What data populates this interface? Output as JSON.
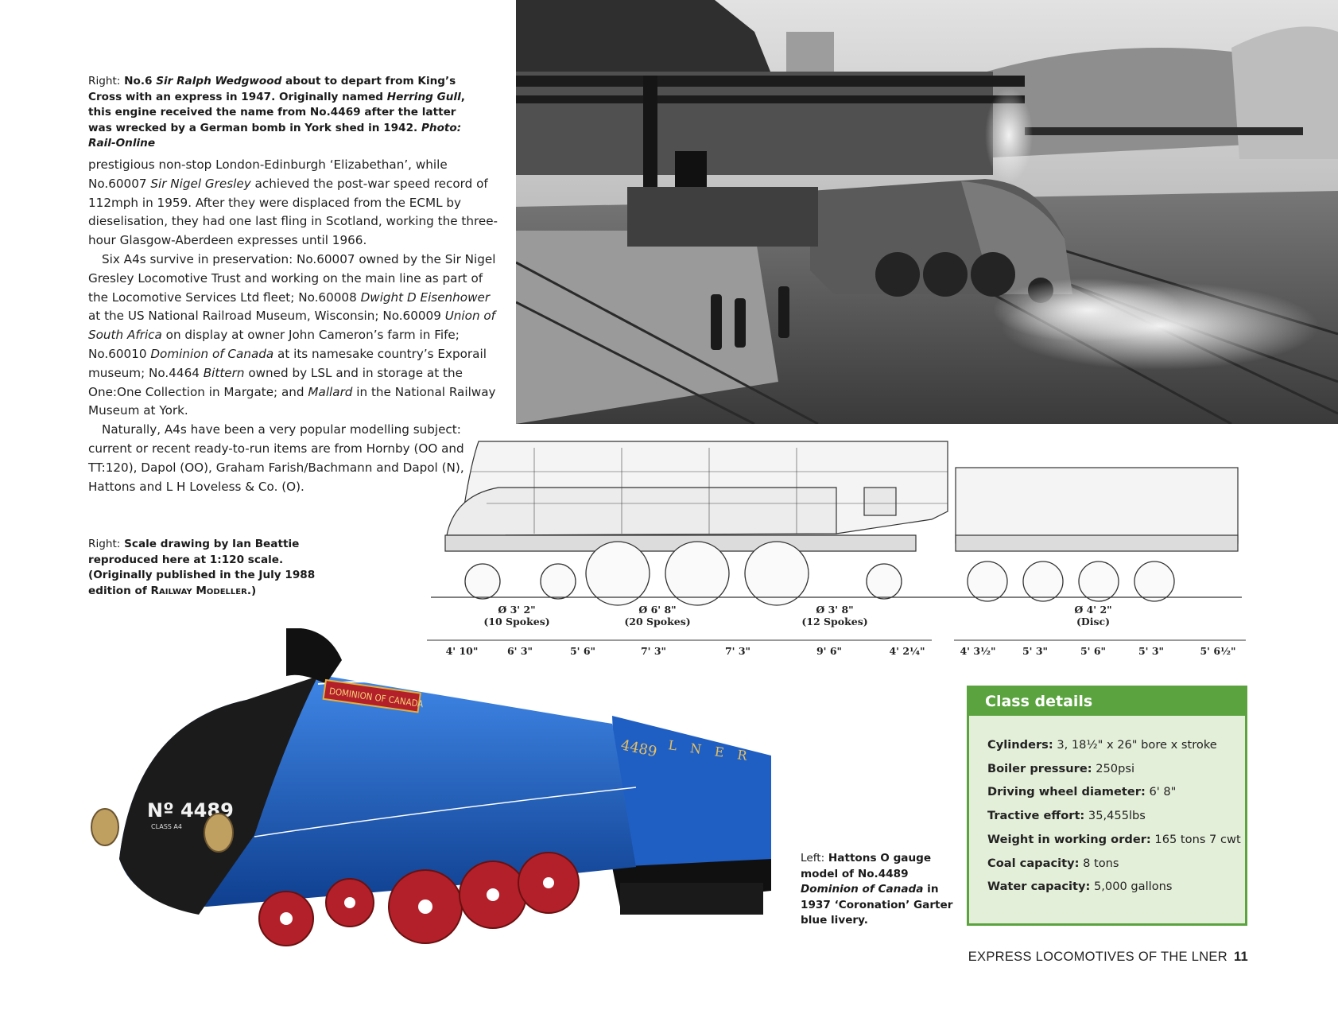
{
  "caption_top": {
    "prefix": "Right:",
    "loco": "No.6",
    "name": "Sir Ralph Wedgwood",
    "t1": "about to depart from King’s Cross with an express in 1947. Originally named",
    "orig_name": "Herring Gull",
    "t2": ", this engine received the name from No.4469 after the latter was wrecked by a German bomb in York shed in 1942.",
    "credit": "Photo: Rail-Online"
  },
  "body": {
    "p1": [
      {
        "t": "prestigious non-stop London-Edinburgh ‘Elizabethan’, while No.60007 "
      },
      {
        "i": "Sir Nigel Gresley"
      },
      {
        "t": " achieved the post-war speed record of 112mph in 1959. After they were displaced from the ECML by dieselisation, they had one last fling in Scotland, working the three-hour Glasgow-Aberdeen expresses until 1966."
      }
    ],
    "p2": [
      {
        "t": "Six A4s survive in preservation: No.60007 owned by the Sir Nigel Gresley Locomotive Trust and working on the main line as part of the Locomotive Services Ltd fleet; No.60008 "
      },
      {
        "i": "Dwight D Eisenhower"
      },
      {
        "t": " at the US National Railroad Museum, Wisconsin; No.60009 "
      },
      {
        "i": "Union of South Africa"
      },
      {
        "t": " on display at owner John Cameron’s farm in Fife; No.60010 "
      },
      {
        "i": "Dominion of Canada"
      },
      {
        "t": " at its namesake country’s Exporail museum; No.4464 "
      },
      {
        "i": "Bittern"
      },
      {
        "t": " owned by LSL and in storage at the One:One Collection in Margate; and "
      },
      {
        "i": "Mallard"
      },
      {
        "t": " in the National Railway Museum at York."
      }
    ],
    "p3": [
      {
        "t": "Naturally, A4s have been a very popular modelling subject: current or recent ready-to-run items are from Hornby (OO and TT:120), Dapol (OO), Graham Farish/Bachmann and Dapol (N), Hattons and L H Loveless & Co. (O)."
      }
    ]
  },
  "caption_drawing": {
    "prefix": "Right:",
    "text": "Scale drawing by Ian Beattie reproduced here at 1:120 scale. (Originally published in the July 1988 edition of",
    "magazine": "Railway Modeller",
    "end": ".)"
  },
  "drawing": {
    "wheels": [
      {
        "dia": "Ø 3' 2\"",
        "note": "(10 Spokes)"
      },
      {
        "dia": "Ø 6' 8\"",
        "note": "(20 Spokes)"
      },
      {
        "dia": "Ø 3' 8\"",
        "note": "(12 Spokes)"
      },
      {
        "dia": "Ø 4' 2\"",
        "note": "(Disc)"
      }
    ],
    "loco_dims": [
      "4' 10\"",
      "6' 3\"",
      "5' 6\"",
      "7' 3\"",
      "7' 3\"",
      "9' 6\"",
      "4' 2¼\""
    ],
    "tender_dims": [
      "4' 3½\"",
      "5' 3\"",
      "5' 6\"",
      "5' 3\"",
      "5' 6½\""
    ]
  },
  "model": {
    "nameplate": "DOMINION OF CANADA",
    "number": "Nº 4489",
    "cab_number": "4489",
    "tender_letters": "L N E R",
    "class_tag": "CLASS A4",
    "colors": {
      "blue": "#1f5fc4",
      "black": "#1b1b1b",
      "red": "#b3202a"
    }
  },
  "caption_model": {
    "prefix": "Left:",
    "t1": "Hattons O gauge model of No.4489",
    "name": "Dominion of Canada",
    "t2": "in 1937 ‘Coronation’ Garter blue livery."
  },
  "class_details": {
    "title": "Class details",
    "items": [
      {
        "label": "Cylinders:",
        "value": "3, 18½\" x 26\" bore x stroke"
      },
      {
        "label": "Boiler pressure:",
        "value": "250psi"
      },
      {
        "label": "Driving wheel diameter:",
        "value": "6' 8\""
      },
      {
        "label": "Tractive effort:",
        "value": "35,455lbs"
      },
      {
        "label": "Weight in working order:",
        "value": "165 tons 7 cwt"
      },
      {
        "label": "Coal capacity:",
        "value": "8 tons"
      },
      {
        "label": "Water capacity:",
        "value": "5,000 gallons"
      }
    ],
    "colors": {
      "border": "#5aa33e",
      "background": "#e4efd9"
    }
  },
  "footer": {
    "title": "EXPRESS LOCOMOTIVES OF THE LNER",
    "page": "11"
  }
}
